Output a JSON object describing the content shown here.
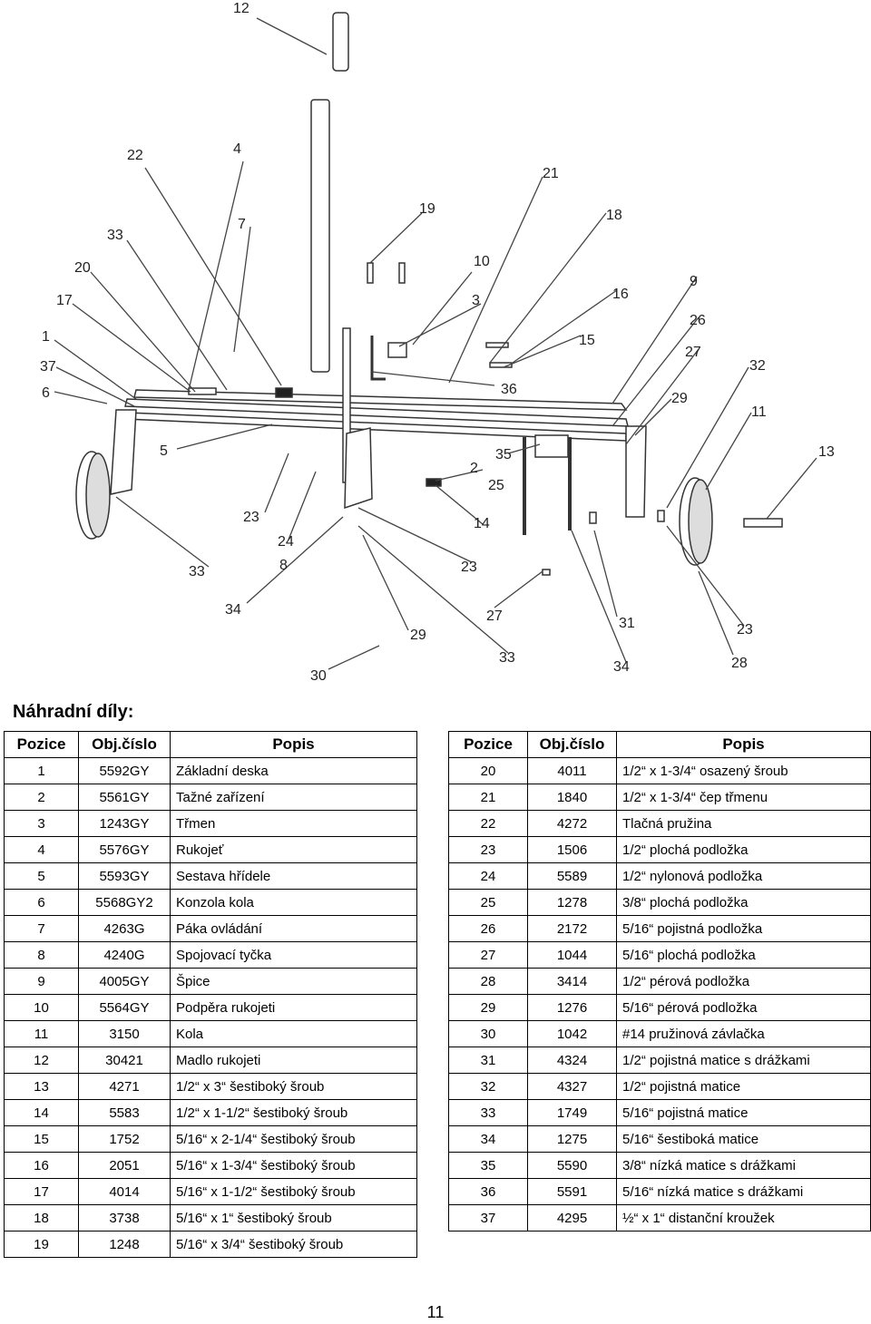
{
  "diagram": {
    "callouts": [
      "12",
      "22",
      "4",
      "7",
      "33",
      "20",
      "17",
      "1",
      "37",
      "6",
      "5",
      "33",
      "23",
      "24",
      "8",
      "34",
      "29",
      "30",
      "19",
      "10",
      "3",
      "36",
      "21",
      "18",
      "16",
      "15",
      "9",
      "26",
      "27",
      "32",
      "29",
      "11",
      "13",
      "35",
      "2",
      "25",
      "14",
      "23",
      "27",
      "33",
      "31",
      "34",
      "23",
      "28"
    ]
  },
  "parts_section": {
    "title": "Náhradní díly:",
    "headers": [
      "Pozice",
      "Obj.číslo",
      "Popis"
    ],
    "left_rows": [
      [
        "1",
        "5592GY",
        "Základní deska"
      ],
      [
        "2",
        "5561GY",
        "Tažné zařízení"
      ],
      [
        "3",
        "1243GY",
        "Třmen"
      ],
      [
        "4",
        "5576GY",
        "Rukojeť"
      ],
      [
        "5",
        "5593GY",
        "Sestava hřídele"
      ],
      [
        "6",
        "5568GY2",
        "Konzola kola"
      ],
      [
        "7",
        "4263G",
        "Páka ovládání"
      ],
      [
        "8",
        "4240G",
        "Spojovací tyčka"
      ],
      [
        "9",
        "4005GY",
        "Špice"
      ],
      [
        "10",
        "5564GY",
        "Podpěra rukojeti"
      ],
      [
        "11",
        "3150",
        "Kola"
      ],
      [
        "12",
        "30421",
        "Madlo rukojeti"
      ],
      [
        "13",
        "4271",
        "1/2“ x 3“ šestiboký šroub"
      ],
      [
        "14",
        "5583",
        "1/2“ x 1-1/2“ šestiboký šroub"
      ],
      [
        "15",
        "1752",
        "5/16“ x 2-1/4“ šestiboký šroub"
      ],
      [
        "16",
        "2051",
        "5/16“ x 1-3/4“ šestiboký šroub"
      ],
      [
        "17",
        "4014",
        "5/16“ x 1-1/2“ šestiboký šroub"
      ],
      [
        "18",
        "3738",
        "5/16“ x 1“ šestiboký šroub"
      ],
      [
        "19",
        "1248",
        "5/16“ x 3/4“ šestiboký šroub"
      ]
    ],
    "right_rows": [
      [
        "20",
        "4011",
        "1/2“ x 1-3/4“ osazený šroub"
      ],
      [
        "21",
        "1840",
        "1/2“ x 1-3/4“ čep třmenu"
      ],
      [
        "22",
        "4272",
        "Tlačná pružina"
      ],
      [
        "23",
        "1506",
        "1/2“ plochá podložka"
      ],
      [
        "24",
        "5589",
        "1/2“ nylonová podložka"
      ],
      [
        "25",
        "1278",
        "3/8“ plochá podložka"
      ],
      [
        "26",
        "2172",
        "5/16“ pojistná podložka"
      ],
      [
        "27",
        "1044",
        "5/16“ plochá podložka"
      ],
      [
        "28",
        "3414",
        "1/2“ pérová podložka"
      ],
      [
        "29",
        "1276",
        "5/16“ pérová podložka"
      ],
      [
        "30",
        "1042",
        "#14 pružinová závlačka"
      ],
      [
        "31",
        "4324",
        "1/2“ pojistná matice s drážkami"
      ],
      [
        "32",
        "4327",
        "1/2“ pojistná matice"
      ],
      [
        "33",
        "1749",
        "5/16“ pojistná matice"
      ],
      [
        "34",
        "1275",
        "5/16“ šestiboká matice"
      ],
      [
        "35",
        "5590",
        "3/8“ nízká matice s drážkami"
      ],
      [
        "36",
        "5591",
        "5/16“ nízká matice s drážkami"
      ],
      [
        "37",
        "4295",
        "½“ x 1“ distanční kroužek"
      ]
    ]
  },
  "page_number": "11"
}
